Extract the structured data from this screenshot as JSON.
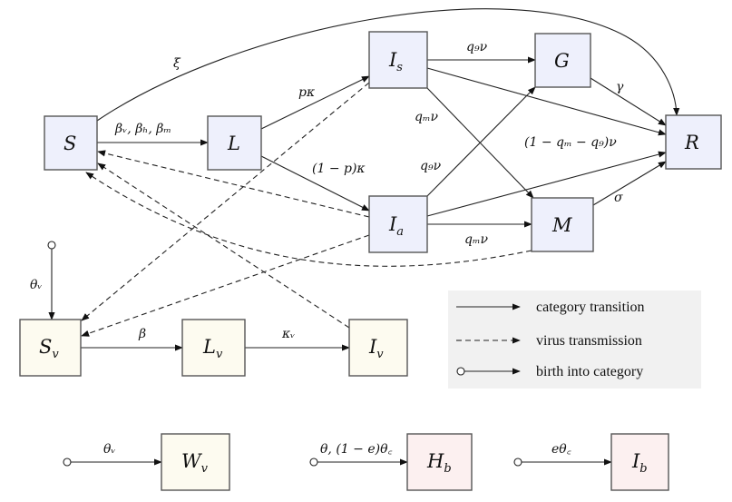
{
  "diagram": {
    "title": "Compartmental transmission model",
    "nodes": {
      "S": {
        "main": "S",
        "sub": ""
      },
      "L": {
        "main": "L",
        "sub": ""
      },
      "Is": {
        "main": "I",
        "sub": "s"
      },
      "Ia": {
        "main": "I",
        "sub": "a"
      },
      "G": {
        "main": "G",
        "sub": ""
      },
      "M": {
        "main": "M",
        "sub": ""
      },
      "R": {
        "main": "R",
        "sub": ""
      },
      "Sv": {
        "main": "S",
        "sub": "v"
      },
      "Lv": {
        "main": "L",
        "sub": "v"
      },
      "Iv": {
        "main": "I",
        "sub": "v"
      },
      "Wv": {
        "main": "W",
        "sub": "v"
      },
      "Hb": {
        "main": "H",
        "sub": "b"
      },
      "Ib": {
        "main": "I",
        "sub": "b"
      }
    },
    "edge_labels": {
      "S_R": "ξ",
      "S_L": "βᵥ, βₕ, βₘ",
      "L_Is": "pκ",
      "L_Ia": "(1 − p)κ",
      "Is_G": "q₉ν",
      "Is_M": "qₘν",
      "Ia_G": "q₉ν",
      "Ia_M": "qₘν",
      "to_R": "(1 − qₘ − q₉)ν",
      "G_R": "γ",
      "M_R": "σ",
      "birth_Sv": "θᵥ",
      "Sv_Lv": "β",
      "Lv_Iv": "κᵥ",
      "birth_Wv": "θᵥ",
      "birth_Hb": "θ, (1 − e)θ꜀",
      "birth_Ib": "eθ꜀"
    },
    "colors": {
      "human_fill": "#eef0fc",
      "vector_fill": "#fdfbf0",
      "bird_fill": "#fcf0f0",
      "legend_bg": "#f1f1f1"
    }
  },
  "legend": {
    "items": [
      {
        "label": "category transition"
      },
      {
        "label": "virus transmission"
      },
      {
        "label": "birth into category"
      }
    ]
  }
}
